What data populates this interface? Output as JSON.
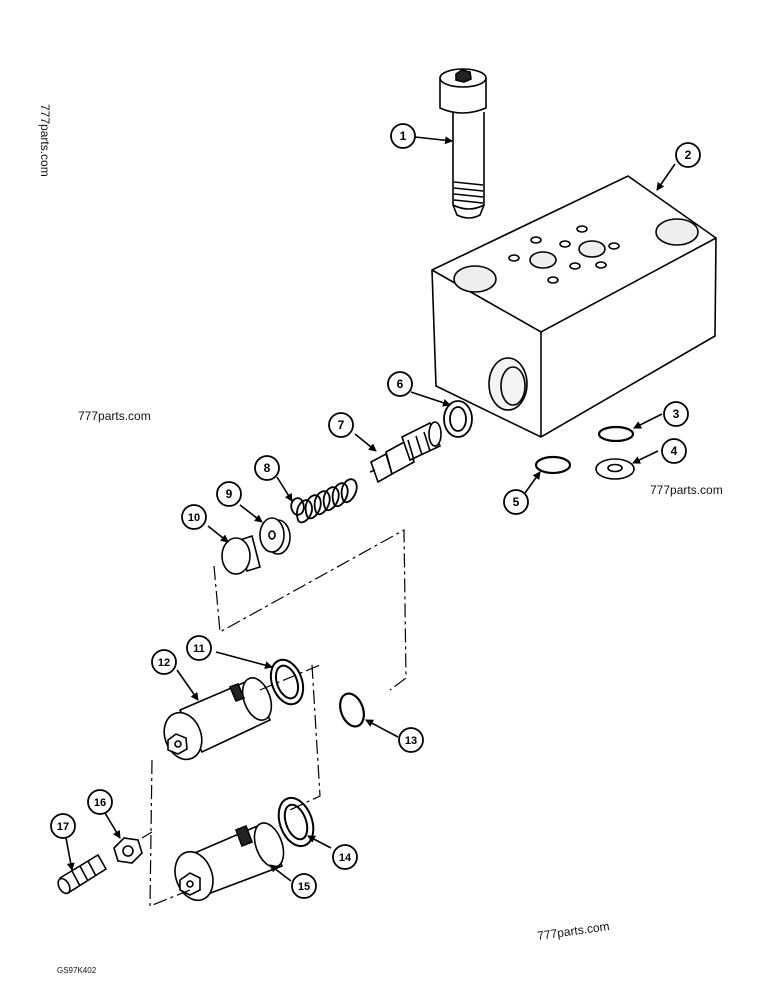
{
  "watermark": "777parts.com",
  "drawing_code": "GS97K402",
  "callouts": [
    {
      "n": "1"
    },
    {
      "n": "2"
    },
    {
      "n": "3"
    },
    {
      "n": "4"
    },
    {
      "n": "5"
    },
    {
      "n": "6"
    },
    {
      "n": "7"
    },
    {
      "n": "8"
    },
    {
      "n": "9"
    },
    {
      "n": "10"
    },
    {
      "n": "11"
    },
    {
      "n": "12"
    },
    {
      "n": "13"
    },
    {
      "n": "14"
    },
    {
      "n": "15"
    },
    {
      "n": "16"
    },
    {
      "n": "17"
    }
  ]
}
